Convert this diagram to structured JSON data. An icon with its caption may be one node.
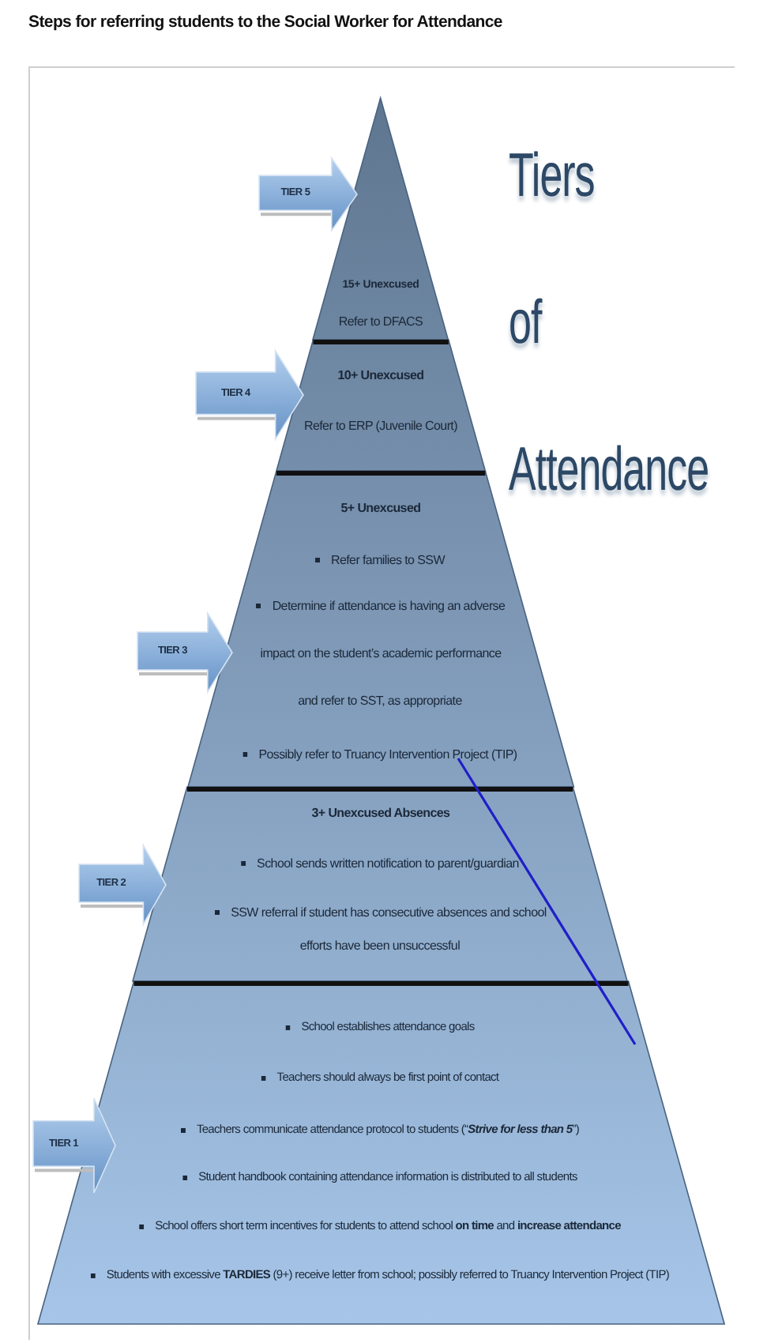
{
  "diagram": {
    "title": "Steps for referring students to the Social Worker for Attendance",
    "nodes": [
      {
        "text": [
          "TIER 5"
        ]
      },
      {
        "text": [
          "15+ Unexcused",
          "Refer to DFACS"
        ]
      },
      {
        "text": [
          "TIER 4"
        ]
      },
      {
        "text": [
          "10+ Unexcused",
          "Refer to ERP (Juvenile Court)"
        ]
      },
      {
        "text": [
          "TIER 3"
        ]
      },
      {
        "text": [
          "5+ Unexcused",
          "Refer families to SSW",
          "Determine if attendance is having an adverse impact on the student’s academic performance and refer to SST, as appropriate",
          "Possibly refer to Truancy Intervention Project (TIP)"
        ]
      },
      {
        "text": [
          "TIER 2"
        ]
      },
      {
        "text": [
          "3+ Unexcused Absences",
          "School sends written notification to parent/guardian",
          "SSW referral if student has consecutive absences and school efforts have been unsuccessful"
        ]
      },
      {
        "text": [
          "TIER 1"
        ]
      },
      {
        "text": [
          "School establishes attendance goals",
          "Teachers should always be first point of contact",
          "Teachers communicate attendance protocol to students (“*Strive for less than 5*”)",
          "Student handbook containing attendance information is distributed to all students",
          "School offers short term incentives for students to attend school **on time** and **increase attendance**",
          "Students with excessive **TARDIES** (9+) receive letter from school; possibly referred to Truancy Intervention Project (TIP)"
        ]
      }
    ],
    "labels": [
      "Tiers of Attendance"
    ]
  }
}
